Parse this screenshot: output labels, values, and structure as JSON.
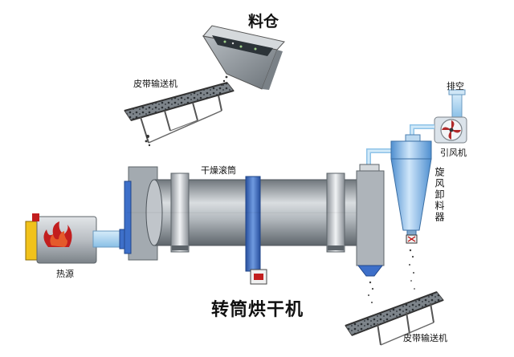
{
  "labels": {
    "silo": "料仓",
    "conveyor_top": "皮带输送机",
    "exhaust": "排空",
    "fan": "引风机",
    "drum": "干燥滚筒",
    "cyclone": "旋风卸料器",
    "heat_source": "热源",
    "machine_title": "转筒烘干机",
    "conveyor_bottom": "皮带输送机"
  },
  "colors": {
    "steel": "#8f969d",
    "blue_band": "#3d6fc9",
    "cyclone": "#7fb6e8",
    "duct": "#aad4ef",
    "heat_red": "#c21e1e",
    "heat_yellow": "#f1c21b"
  },
  "icons": [
    "fan-icon",
    "flame-icon"
  ]
}
